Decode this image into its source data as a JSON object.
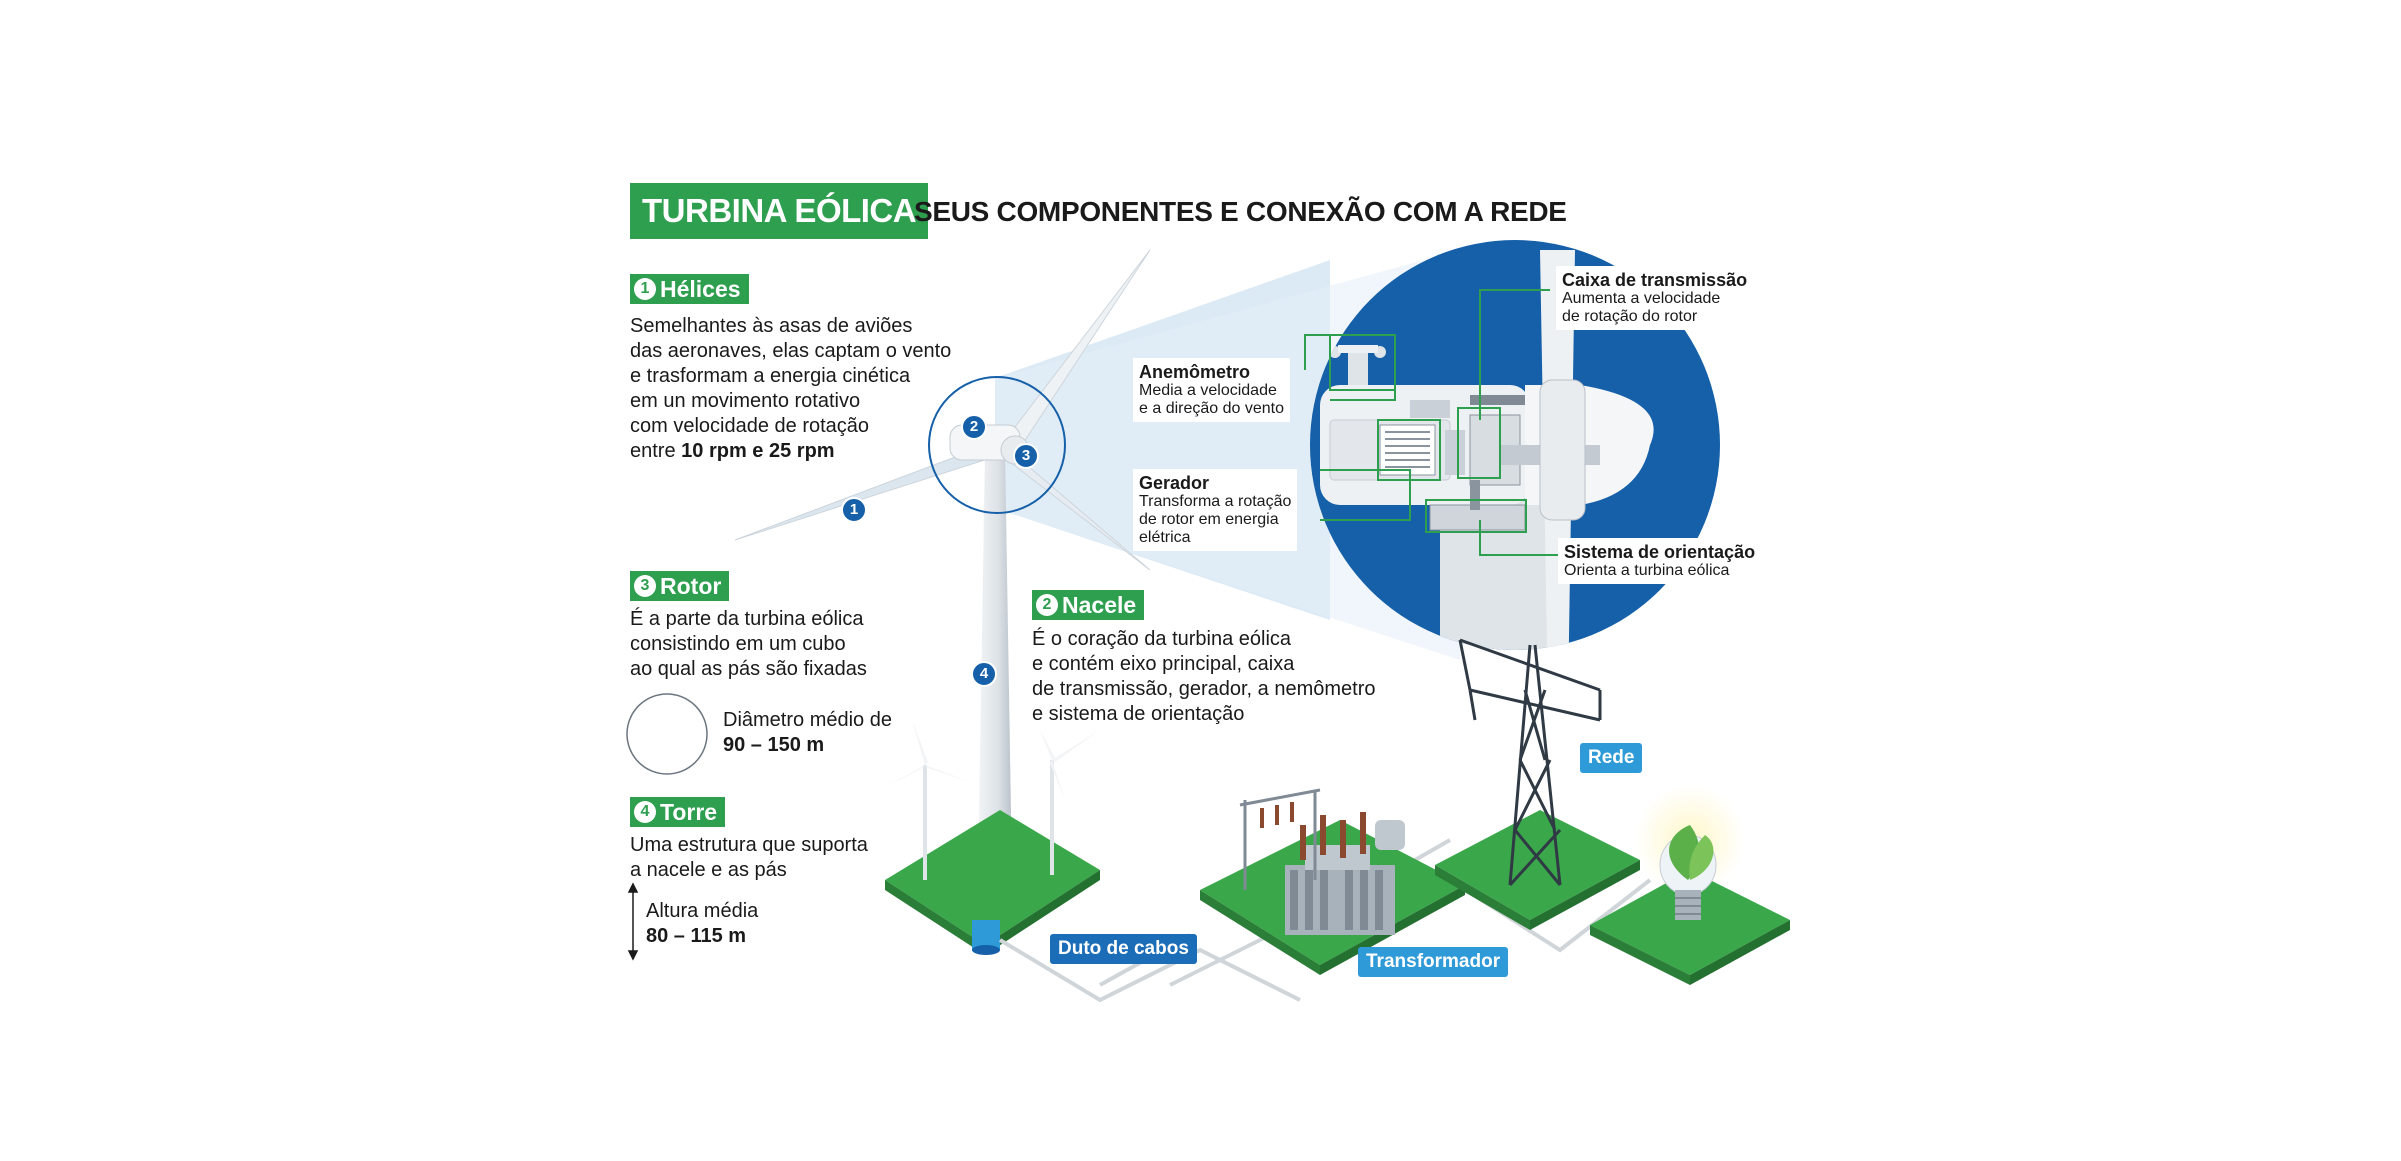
{
  "header": {
    "title": "TURBINA EÓLICA",
    "subtitle": "SEUS COMPONENTES E CONEXÃO COM A REDE"
  },
  "sections": {
    "helices": {
      "num": "1",
      "title": "Hélices",
      "lines": [
        "Semelhantes às asas de aviões",
        "das aeronaves, elas captam o vento",
        "e trasformam a energia cinética",
        "em un movimento rotativo",
        "com velocidade de rotação"
      ],
      "last_prefix": "entre ",
      "last_bold": "10 rpm e 25 rpm"
    },
    "rotor": {
      "num": "3",
      "title": "Rotor",
      "lines": [
        "É a parte da turbina eólica",
        "consistindo em um cubo",
        "ao qual as pás são fixadas"
      ],
      "diameter_label": "Diâmetro médio de",
      "diameter_value": "90 – 150 m"
    },
    "torre": {
      "num": "4",
      "title": "Torre",
      "lines": [
        "Uma estrutura que suporta",
        "a nacele e as pás"
      ],
      "height_label": "Altura média",
      "height_value": "80 – 115 m"
    },
    "nacele": {
      "num": "2",
      "title": "Nacele",
      "lines": [
        "É o coração da turbina eólica",
        "e contém eixo principal, caixa",
        "de transmissão, gerador, a nemômetro",
        "e sistema de orientação"
      ]
    }
  },
  "callouts": {
    "anemometro": {
      "title": "Anemômetro",
      "lines": [
        "Media a velocidade",
        "e a direção do vento"
      ]
    },
    "gerador": {
      "title": "Gerador",
      "lines": [
        "Transforma a rotação",
        "de rotor em energia",
        "elétrica"
      ]
    },
    "caixa": {
      "title": "Caixa de transmissão",
      "lines": [
        "Aumenta a velocidade",
        "de rotação do rotor"
      ]
    },
    "orientacao": {
      "title": "Sistema de orientação",
      "lines": [
        "Orienta a turbina eólica"
      ]
    }
  },
  "markers": {
    "m1": "1",
    "m2": "2",
    "m3": "3",
    "m4": "4"
  },
  "labels": {
    "duto": "Duto de cabos",
    "transformador": "Transformador",
    "rede": "Rede"
  },
  "colors": {
    "green": "#2e9e4f",
    "blue_dark": "#1560a8",
    "blue_light": "#2f9ad8",
    "sky": "#cfe3f2",
    "grass": "#3aa84a"
  }
}
